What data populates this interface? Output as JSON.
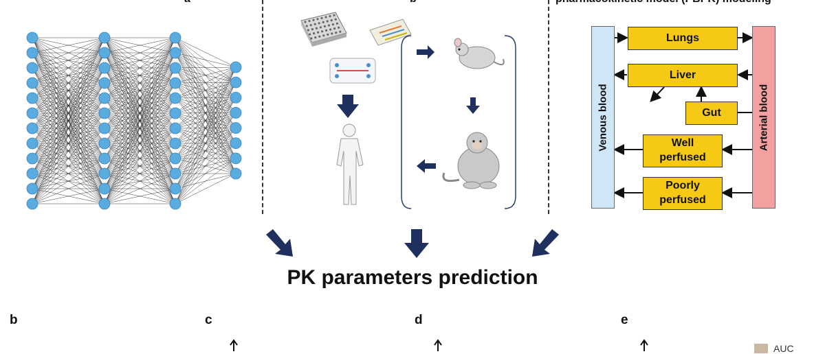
{
  "cutoff_headings": [
    "a",
    "b",
    "pharmacokinetic model (PBPK) modeling"
  ],
  "title": "PK parameters prediction",
  "pbpk": {
    "venous": "Venous blood",
    "arterial": "Arterial blood",
    "organs": [
      "Lungs",
      "Liver",
      "Gut",
      "Well\nperfused",
      "Poorly\nperfused"
    ]
  },
  "panel_labels": [
    "b",
    "c",
    "d",
    "e"
  ],
  "legend_label": "AUC",
  "colors": {
    "node": "#5aabdf",
    "organ": "#f6c915",
    "venous": "#cfe6f6",
    "arterial": "#f3a0a0",
    "arrow": "#1f2f5e"
  },
  "icons": [
    "well-plate-icon",
    "microfluidic-chip-icon",
    "organ-chip-icon",
    "human-icon",
    "mouse-icon",
    "monkey-icon"
  ]
}
